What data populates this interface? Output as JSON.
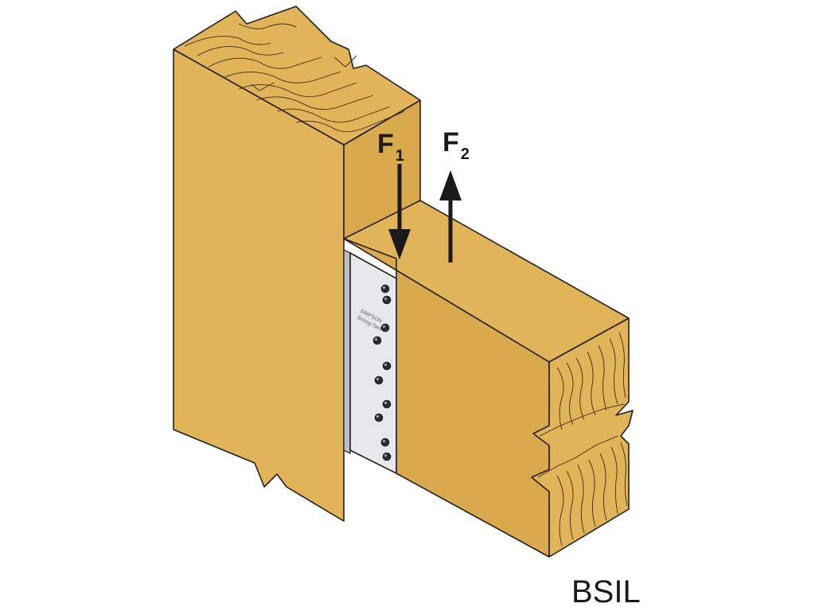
{
  "forces": [
    {
      "main": "F",
      "sub": "1",
      "direction": "down"
    },
    {
      "main": "F",
      "sub": "2",
      "direction": "up"
    }
  ],
  "plate": {
    "brand_line1": "SIMPSON",
    "brand_line2": "Strong-Tie®"
  },
  "caption": "BSIL",
  "colors": {
    "wood": "#e2b459",
    "plate": "#e6e9ec",
    "outline": "#231f20"
  }
}
